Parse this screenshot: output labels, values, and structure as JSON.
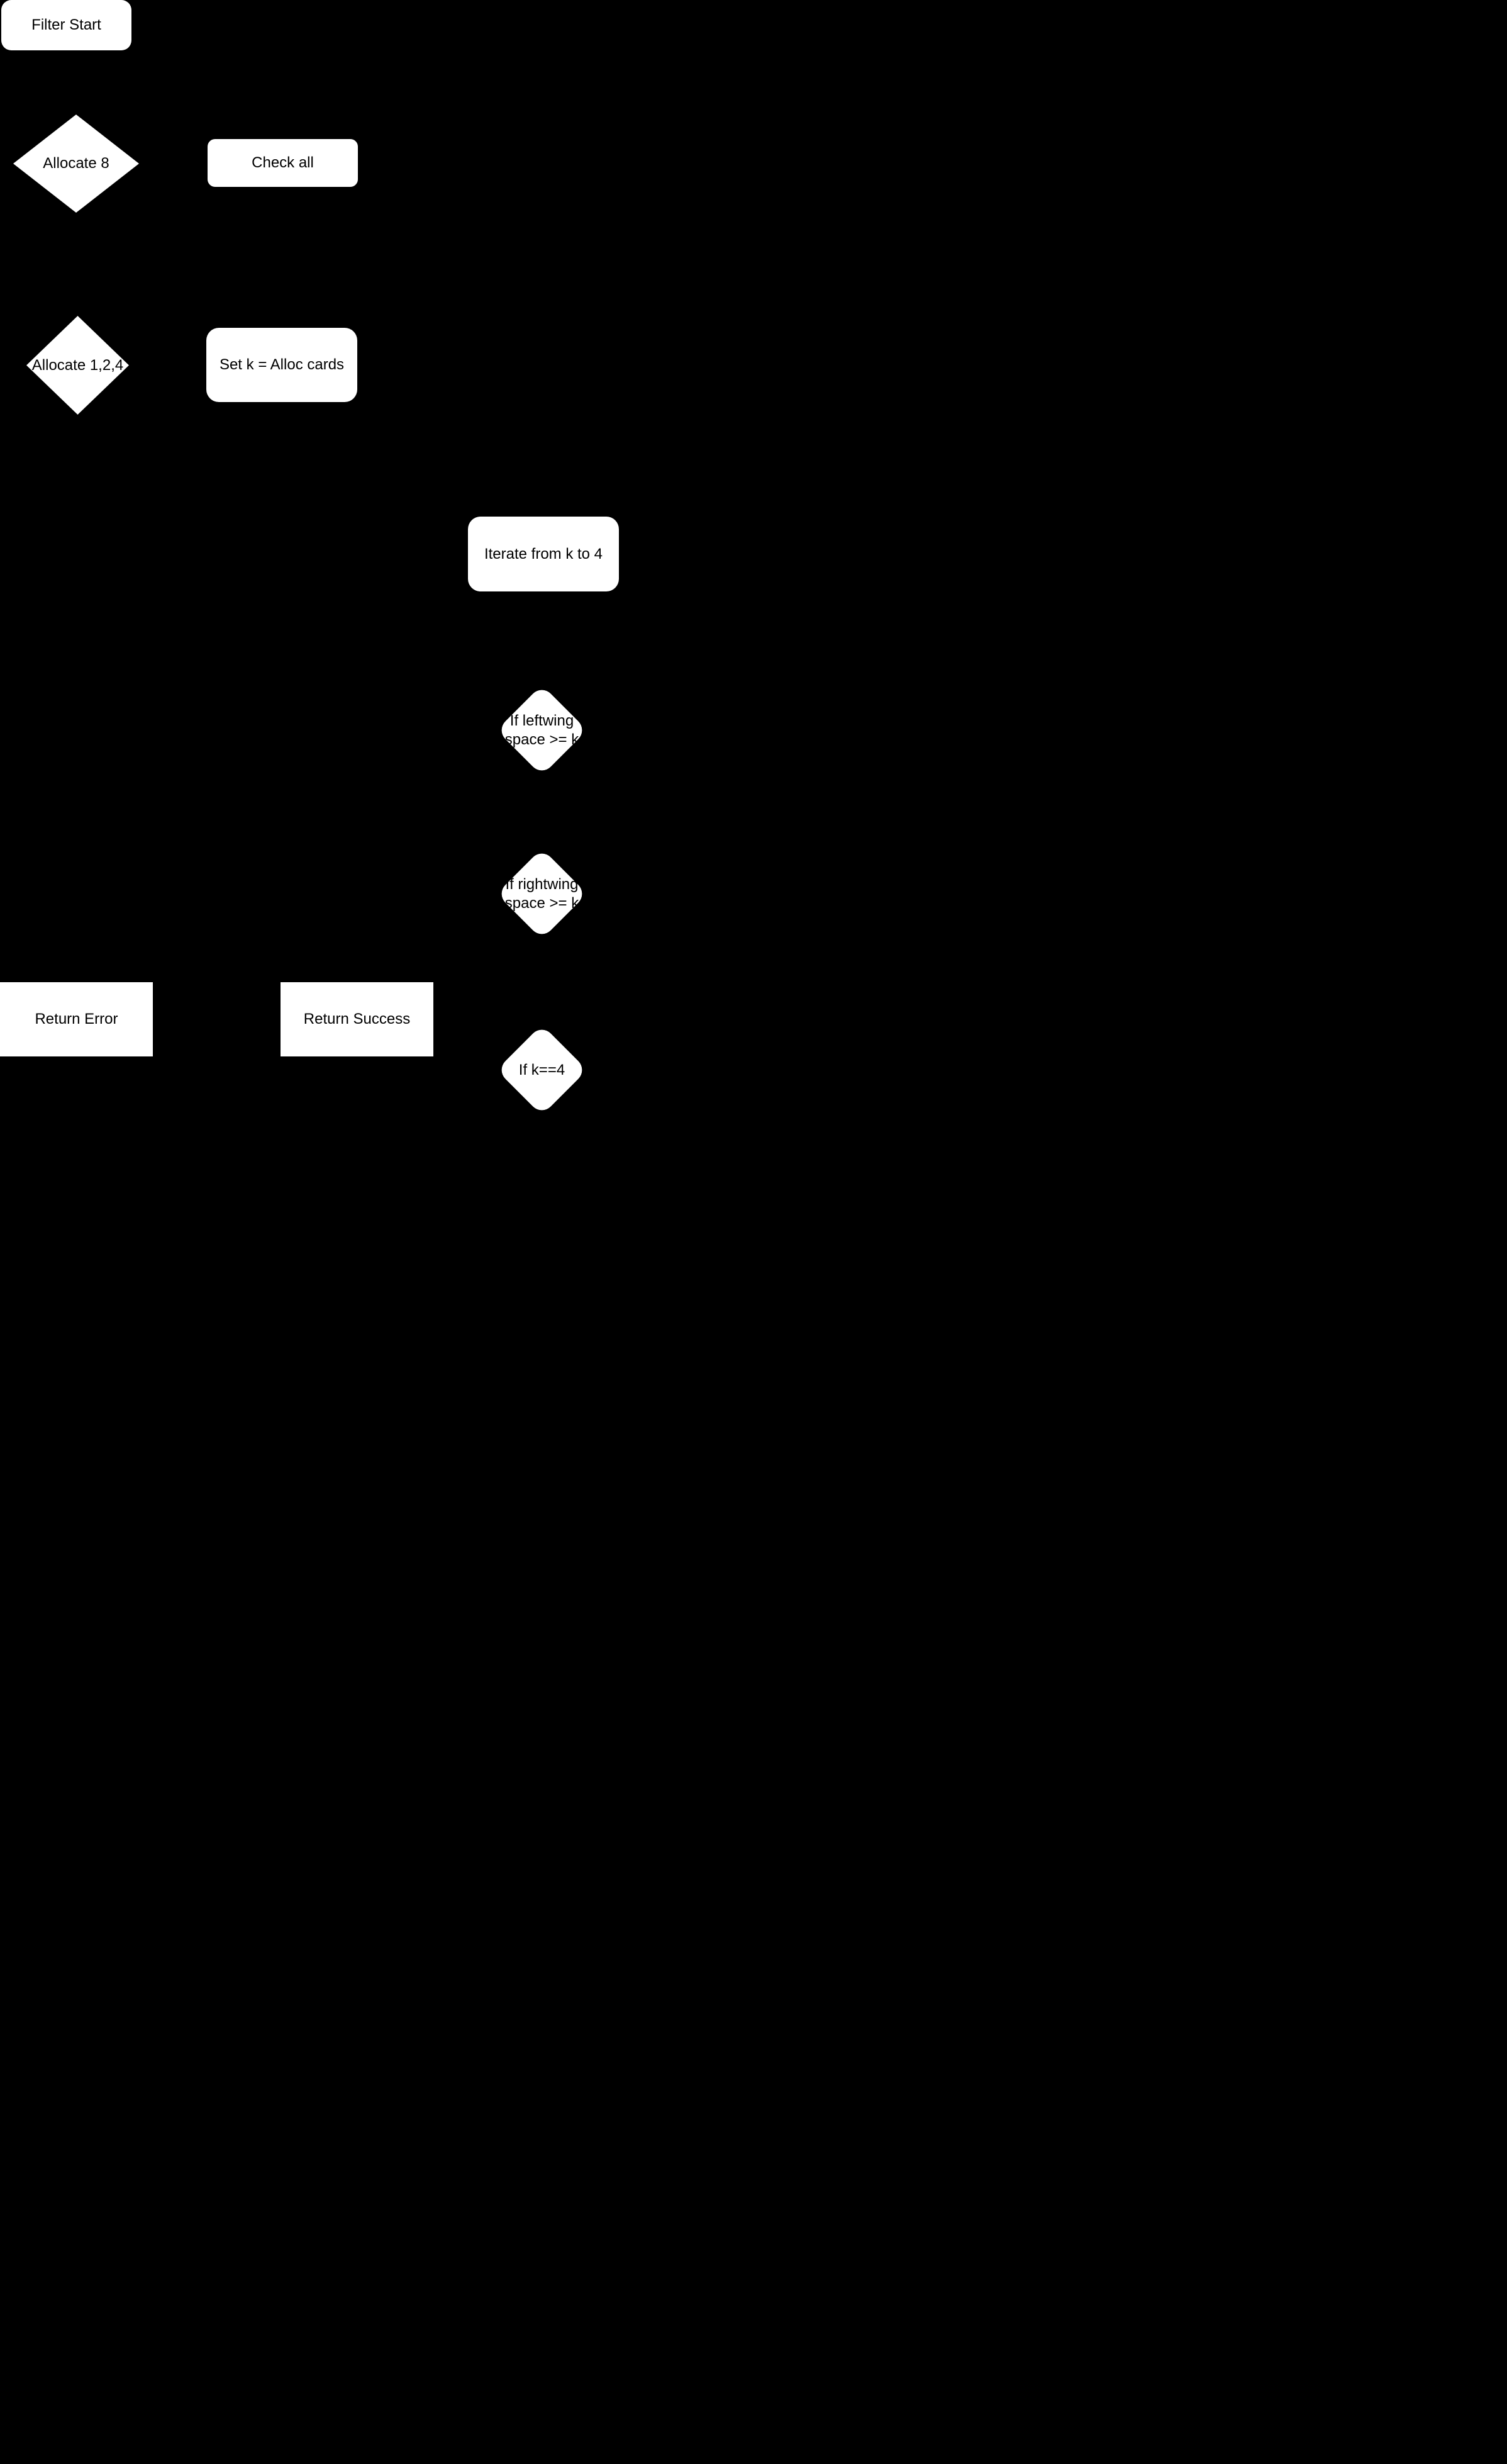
{
  "diagram": {
    "type": "flowchart",
    "colors": {
      "background": "#000000",
      "shape_fill": "#ffffff",
      "shape_text": "#000000"
    },
    "nodes": {
      "filter_start": {
        "label": "Filter Start",
        "shape": "rounded-rectangle"
      },
      "allocate_8": {
        "label": "Allocate 8",
        "shape": "diamond"
      },
      "check_all": {
        "label": "Check all",
        "shape": "rounded-rectangle"
      },
      "allocate_1_2_4": {
        "label": "Allocate 1,2,4",
        "shape": "diamond"
      },
      "set_k": {
        "label": "Set k = Alloc cards",
        "shape": "rounded-rectangle"
      },
      "iterate_k_to_4": {
        "label": "Iterate from k to 4",
        "shape": "rounded-rectangle"
      },
      "if_leftwing": {
        "label": "If leftwing\nspace >= k",
        "shape": "rounded-diamond"
      },
      "if_rightwing": {
        "label": "If rightwing\nspace >= k",
        "shape": "rounded-diamond"
      },
      "return_error": {
        "label": "Return Error",
        "shape": "rectangle"
      },
      "return_success": {
        "label": "Return Success",
        "shape": "rectangle"
      },
      "if_k_equals_4": {
        "label": "If k==4",
        "shape": "rounded-diamond"
      }
    }
  }
}
